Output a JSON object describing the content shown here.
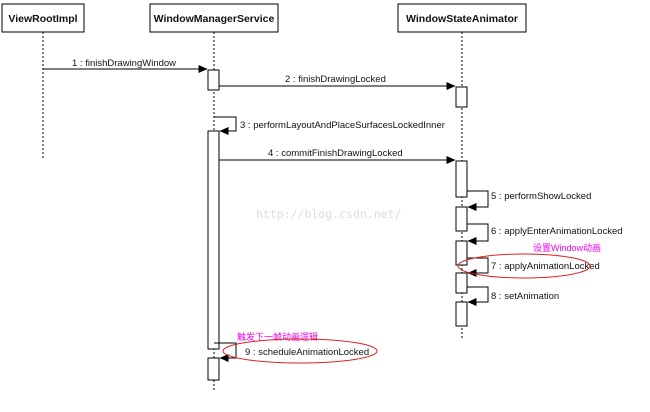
{
  "lifelines": [
    {
      "id": "viewroot",
      "name": "ViewRootImpl"
    },
    {
      "id": "wms",
      "name": "WindowManagerService"
    },
    {
      "id": "wsa",
      "name": "WindowStateAnimator"
    }
  ],
  "messages": [
    {
      "num": "1",
      "text": "finishDrawingWindow",
      "from": "viewroot",
      "to": "wms"
    },
    {
      "num": "2",
      "text": "finishDrawingLocked",
      "from": "wms",
      "to": "wsa"
    },
    {
      "num": "3",
      "text": "performLayoutAndPlaceSurfacesLockedInner",
      "from": "wms",
      "to": "wms"
    },
    {
      "num": "4",
      "text": "commitFinishDrawingLocked",
      "from": "wms",
      "to": "wsa"
    },
    {
      "num": "5",
      "text": "performShowLocked",
      "from": "wsa",
      "to": "wsa"
    },
    {
      "num": "6",
      "text": "applyEnterAnimationLocked",
      "from": "wsa",
      "to": "wsa"
    },
    {
      "num": "7",
      "text": "applyAnimationLocked",
      "from": "wsa",
      "to": "wsa"
    },
    {
      "num": "8",
      "text": "setAnimation",
      "from": "wsa",
      "to": "wsa"
    },
    {
      "num": "9",
      "text": "scheduleAnimationLocked",
      "from": "wms",
      "to": "wms"
    }
  ],
  "annotations": [
    {
      "text": "设置Window动画",
      "color": "#ee00ee",
      "target_message": "7"
    },
    {
      "text": "触发下一帧动画逻辑",
      "color": "#ee00ee",
      "target_message": "9"
    }
  ],
  "watermark": "http://blog.csdn.net/",
  "colors": {
    "line": "#000000",
    "box_fill": "#ffffff",
    "activation_fill": "#ffffff",
    "annotation": "#ee00ee",
    "ellipse": "#dd2222",
    "watermark": "#dcdcdc"
  }
}
